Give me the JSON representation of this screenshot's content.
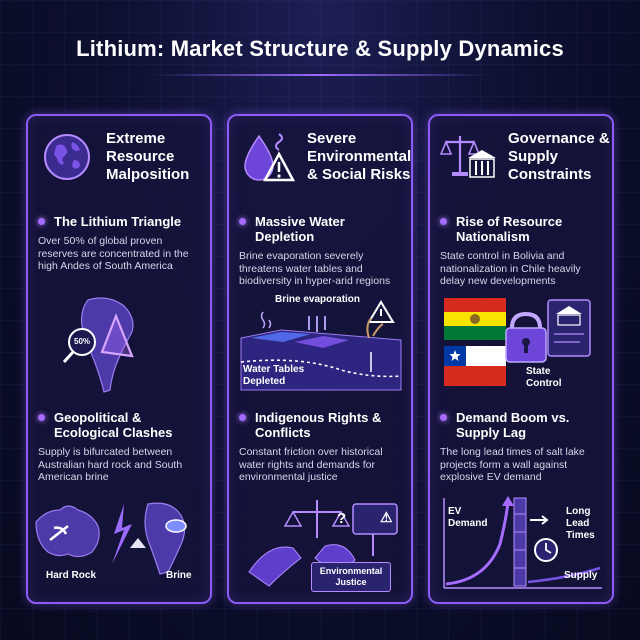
{
  "title": "Lithium: Market Structure & Supply Dynamics",
  "panels": [
    {
      "title": "Extreme Resource Malposition",
      "sec1": {
        "heading": "The Lithium Triangle",
        "body": "Over 50% of global proven reserves are concentrated in the high Andes of South America"
      },
      "illus1": {
        "badge": "50%"
      },
      "sec2": {
        "heading": "Geopolitical & Ecological Clashes",
        "body": "Supply is bifurcated between Australian hard rock and South American brine"
      },
      "illus2": {
        "left_label": "Hard Rock",
        "right_label": "Brine"
      }
    },
    {
      "title": "Severe Environmental & Social Risks",
      "sec1": {
        "heading": "Massive Water Depletion",
        "body": "Brine evaporation severely threatens water tables and biodiversity in hyper-arid regions"
      },
      "illus1": {
        "top_label": "Brine evaporation",
        "bottom_label": "Water Tables Depleted"
      },
      "sec2": {
        "heading": "Indigenous Rights & Conflicts",
        "body": "Constant friction over historical water rights and demands for environmental justice"
      },
      "illus2": {
        "sign_label": "Environmental Justice"
      }
    },
    {
      "title": "Governance & Supply Constraints",
      "sec1": {
        "heading": "Rise of Resource Nationalism",
        "body": "State control in Bolivia and nationalization in Chile heavily delay new developments"
      },
      "illus1": {
        "label": "State Control"
      },
      "sec2": {
        "heading": "Demand Boom vs. Supply Lag",
        "body": "The long lead times of salt lake projects form a wall against explosive EV demand"
      },
      "illus2": {
        "demand_label": "EV Demand",
        "lead_label": "Long Lead Times",
        "supply_label": "Supply"
      }
    }
  ],
  "colors": {
    "accent": "#8b5cf6",
    "bolivia_red": "#d52b1e",
    "bolivia_yellow": "#f9e300",
    "bolivia_green": "#007934",
    "chile_blue": "#0039a6"
  }
}
